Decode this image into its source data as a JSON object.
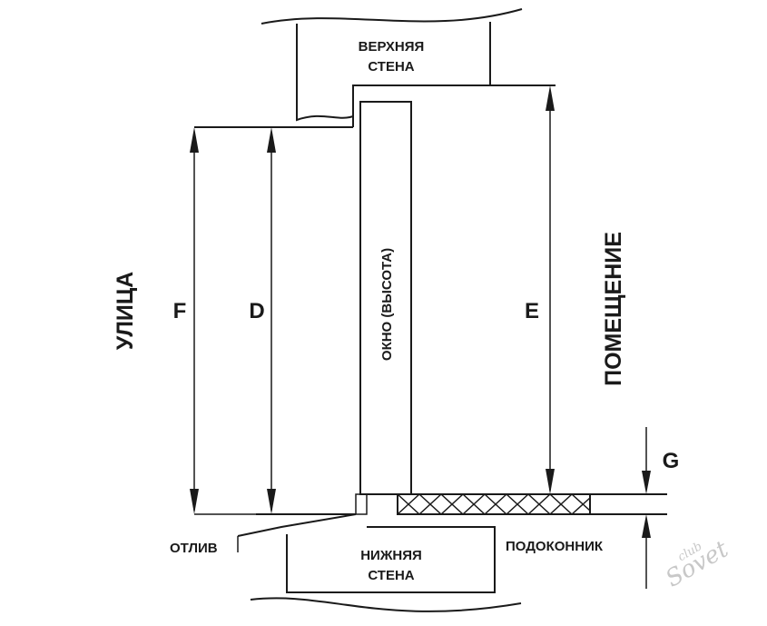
{
  "labels": {
    "top_wall_line1": "ВЕРХНЯЯ",
    "top_wall_line2": "СТЕНА",
    "bottom_wall_line1": "НИЖНЯЯ",
    "bottom_wall_line2": "СТЕНА",
    "window": "ОКНО (ВЫСОТА)",
    "street": "УЛИЦА",
    "room": "ПОМЕЩЕНИЕ",
    "drip": "ОТЛИВ",
    "sill": "ПОДОКОННИК"
  },
  "dimensions": {
    "F": "F",
    "D": "D",
    "E": "E",
    "G": "G"
  },
  "watermark": {
    "small": "club",
    "large": "Sovet"
  },
  "colors": {
    "line": "#1a1a1a",
    "background": "#ffffff",
    "watermark": "#c8c8c8"
  }
}
